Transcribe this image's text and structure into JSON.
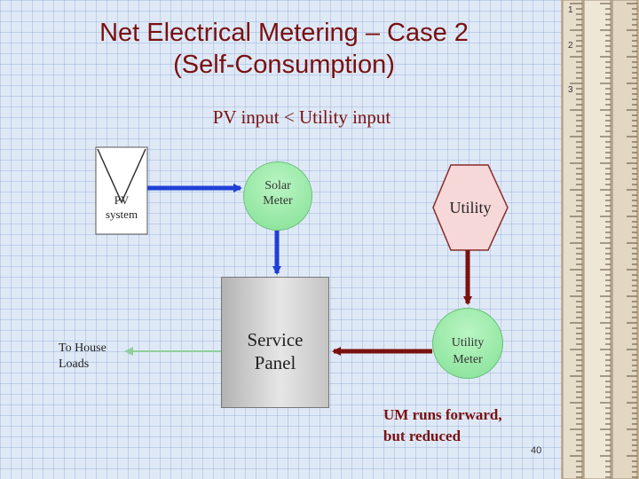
{
  "slide": {
    "title_line1": "Net Electrical Metering – Case 2",
    "title_line2": "(Self-Consumption)",
    "subtitle": "PV input < Utility input",
    "page_number": "40"
  },
  "nodes": {
    "pv_system": {
      "line1": "PV",
      "line2": "system"
    },
    "solar_meter": {
      "line1": "Solar",
      "line2": "Meter"
    },
    "utility": "Utility",
    "service_panel": {
      "line1": "Service",
      "line2": "Panel"
    },
    "utility_meter": {
      "line1": "Utility",
      "line2": "Meter"
    },
    "house_loads": {
      "line1": "To House",
      "line2": "Loads"
    }
  },
  "note": {
    "line1": "UM runs forward,",
    "line2": "but reduced"
  },
  "ruler_labels": [
    "1",
    "2",
    "3"
  ],
  "colors": {
    "title": "#7a1010",
    "pv_flow": "#1f3fd6",
    "utility_flow": "#7a1010",
    "house_flow": "#8fcf9a",
    "meter_fill": "#a6ecb2"
  }
}
